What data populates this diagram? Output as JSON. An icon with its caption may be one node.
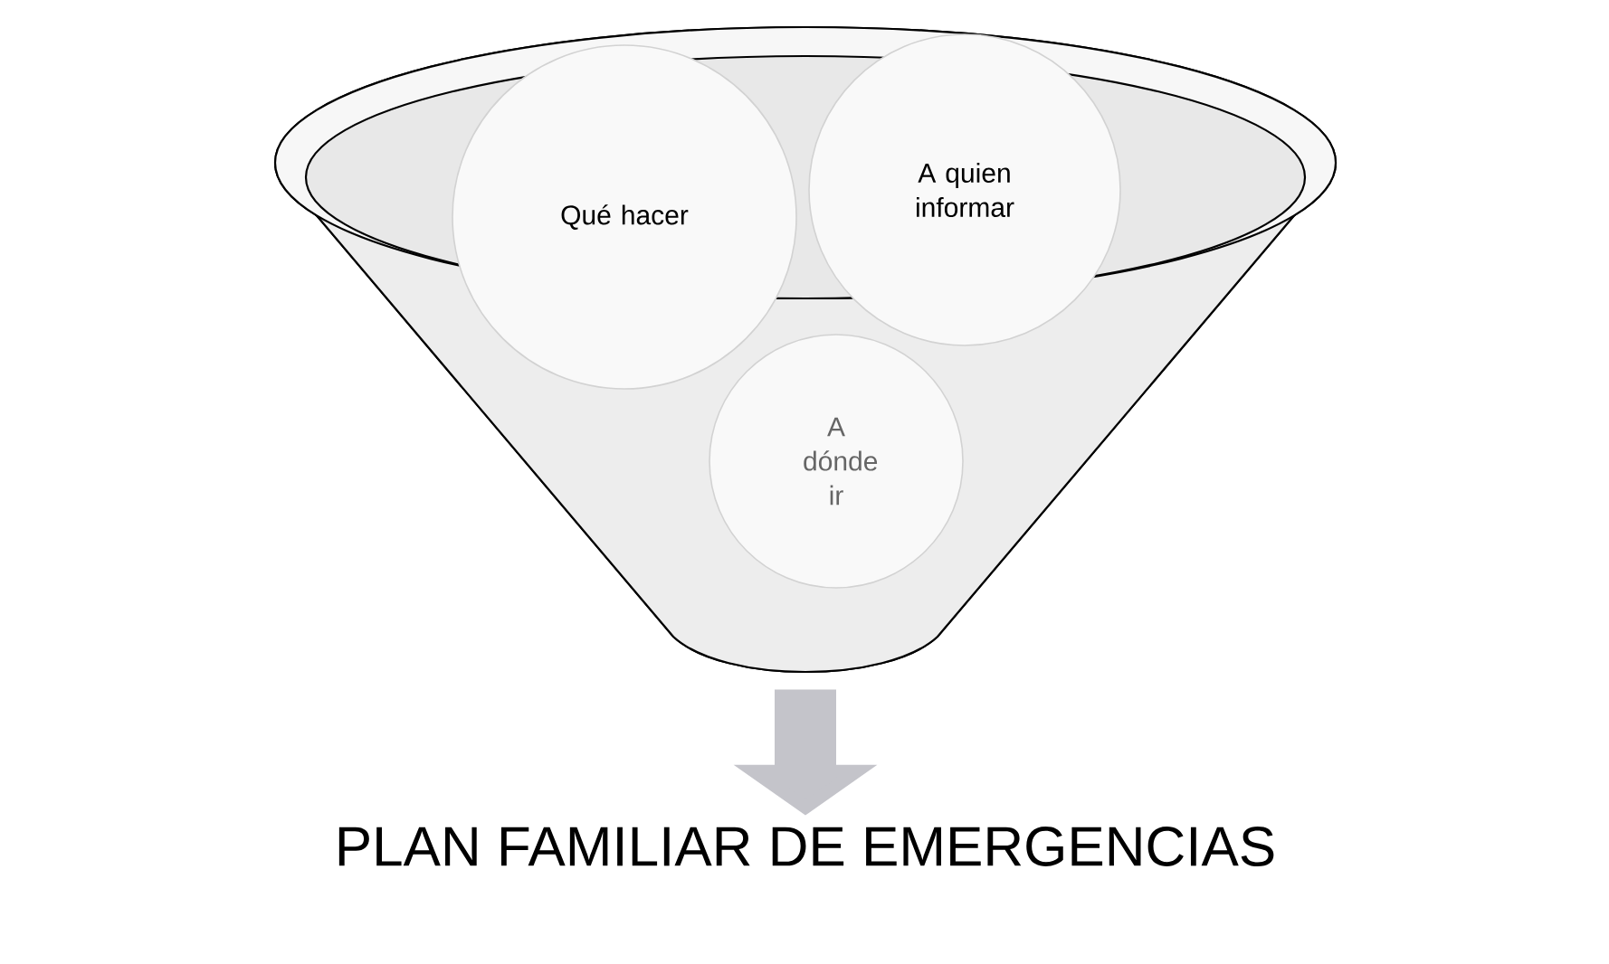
{
  "diagram": {
    "nodes": [
      {
        "text": [],
        "shape": "funnel"
      },
      {
        "text": [
          "Qué hacer"
        ]
      },
      {
        "text": [
          "A quien informar"
        ]
      },
      {
        "text": [
          "A dónde ir"
        ],
        "in": 0
      },
      {
        "text": [
          "PLAN FAMILIAR DE EMERGENCIAS"
        ]
      }
    ],
    "edges": [
      {
        "from": 0,
        "to": 4,
        "arrow": "to"
      }
    ]
  }
}
